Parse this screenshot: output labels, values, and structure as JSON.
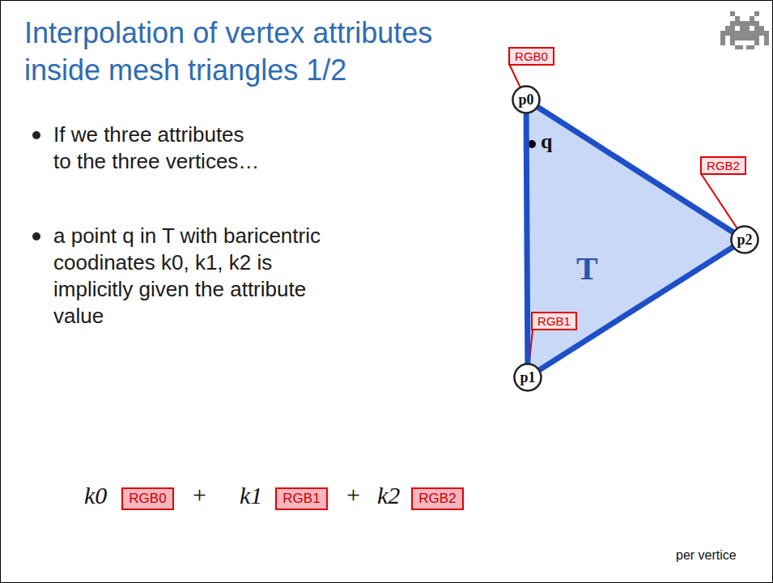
{
  "diagram": {
    "title": "Interpolation of vertex attributes inside mesh triangles 1/2",
    "nodes": [
      {
        "text": [
          "RGB0"
        ]
      },
      {
        "text": [
          "p0"
        ]
      },
      {
        "text": [
          "RGB2"
        ]
      },
      {
        "text": [
          "p2"
        ]
      },
      {
        "text": [
          "RGB1"
        ]
      },
      {
        "text": [
          "p1"
        ]
      },
      {
        "text": [
          "RGB0"
        ]
      },
      {
        "text": [
          "RGB1"
        ]
      },
      {
        "text": [
          "RGB2"
        ]
      }
    ],
    "edges": [
      {
        "from": 0,
        "to": 1,
        "arrow": "none"
      },
      {
        "from": 2,
        "to": 3,
        "arrow": "none"
      },
      {
        "from": 4,
        "to": 5,
        "arrow": "none"
      },
      {
        "from": 1,
        "to": 5,
        "arrow": "none"
      },
      {
        "from": 5,
        "to": 3,
        "arrow": "none"
      },
      {
        "from": 3,
        "to": 1,
        "arrow": "none"
      }
    ],
    "labels": [
      "If we three attributes to the three vertices…",
      "a point q in T with baricentric coodinates k0, k1, k2 is implicitly given the attribute value",
      "q",
      "T",
      "k0",
      "+",
      "k1",
      "+",
      "k2",
      "per vertice"
    ]
  }
}
